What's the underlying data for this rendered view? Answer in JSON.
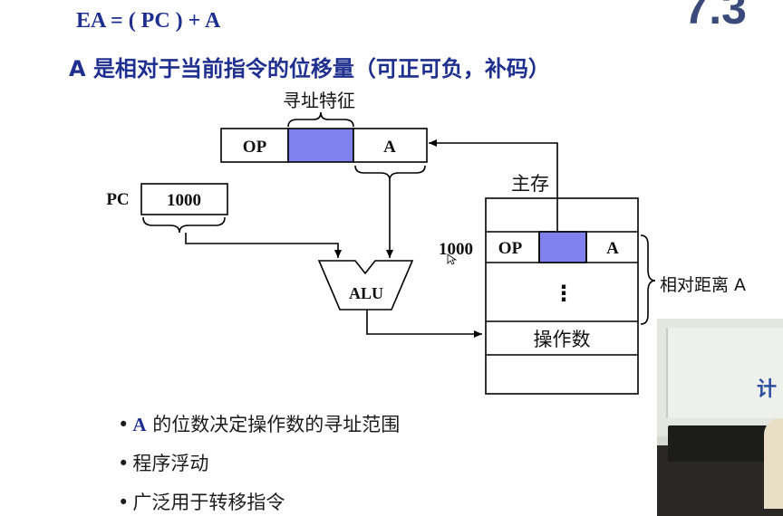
{
  "header": {
    "formula": "EA = ( PC ) + A",
    "description": "A 是相对于当前指令的位移量（可正可负，补码）",
    "corner_text": "7.3"
  },
  "diagram": {
    "address_feature_label": "寻址特征",
    "instruction_fields": [
      "OP",
      "",
      "A"
    ],
    "pc_label": "PC",
    "pc_value": "1000",
    "alu_label": "ALU",
    "memory_label": "主存",
    "memory_address": "1000",
    "memory_instruction_fields": [
      "OP",
      "",
      "A"
    ],
    "memory_ellipsis": "⋮",
    "operand_label": "操作数",
    "relative_distance_label": "相对距离 A"
  },
  "bullets": [
    {
      "prefix": "A",
      "text": " 的位数决定操作数的寻址范围"
    },
    {
      "prefix": "",
      "text": "程序浮动"
    },
    {
      "prefix": "",
      "text": "广泛用于转移指令"
    }
  ],
  "colors": {
    "title": "#1f2f8f",
    "highlight_field": "#8080ee",
    "line": "#000000"
  },
  "video_overlay": {
    "sign_text": "计"
  }
}
